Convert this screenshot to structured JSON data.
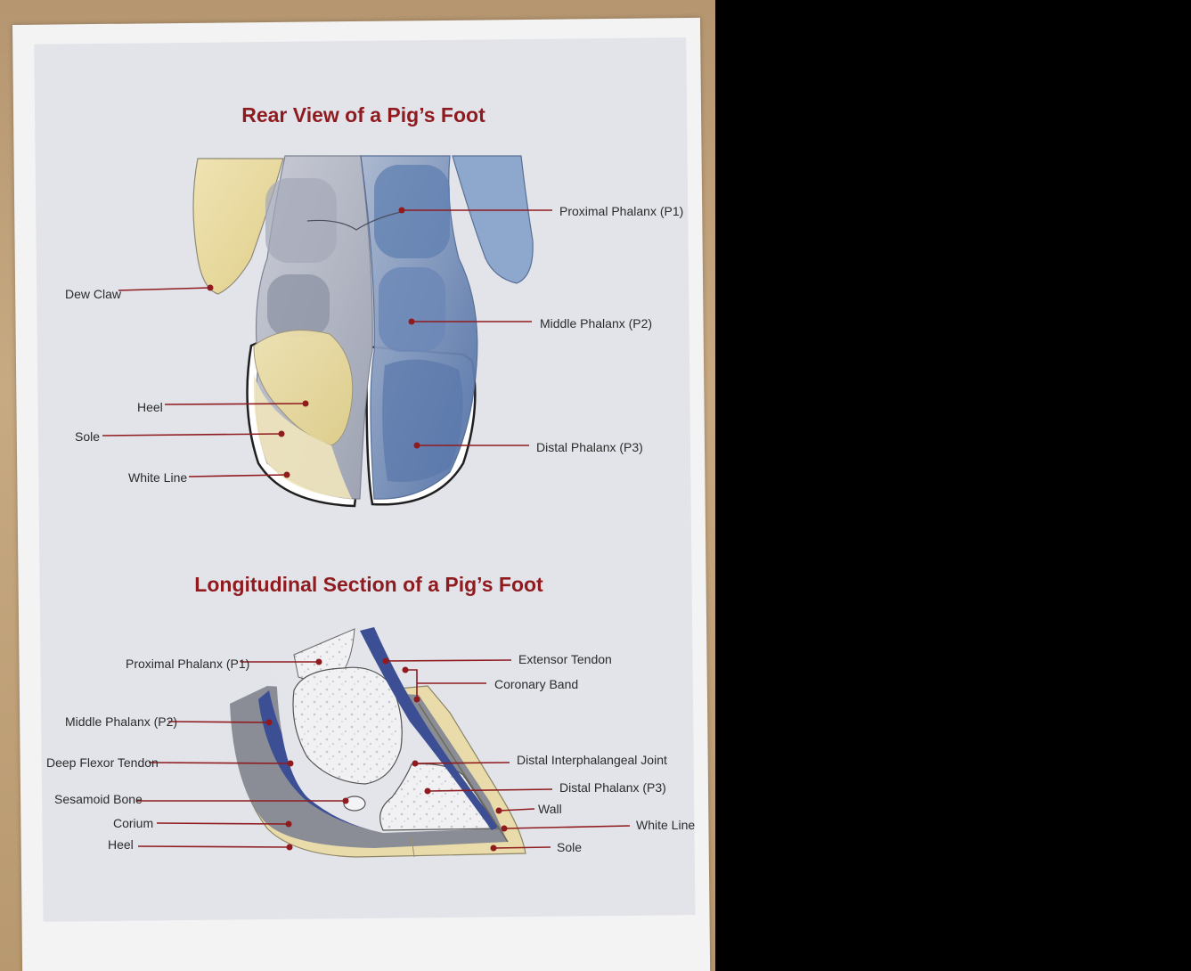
{
  "rear_view": {
    "title": "Rear View of a Pig’s Foot",
    "labels": {
      "proximal": "Proximal Phalanx (P1)",
      "dew_claw": "Dew Claw",
      "middle": "Middle Phalanx (P2)",
      "heel": "Heel",
      "sole": "Sole",
      "distal": "Distal Phalanx (P3)",
      "white_line": "White Line"
    }
  },
  "longitudinal_section": {
    "title": "Longitudinal Section of a Pig’s Foot",
    "labels": {
      "proximal": "Proximal Phalanx (P1)",
      "extensor": "Extensor Tendon",
      "coronary": "Coronary Band",
      "middle": "Middle Phalanx (P2)",
      "deep_flexor": "Deep Flexor Tendon",
      "dip_joint": "Distal Interphalangeal Joint",
      "distal": "Distal Phalanx (P3)",
      "sesamoid": "Sesamoid Bone",
      "wall": "Wall",
      "corium": "Corium",
      "white_line": "White Line",
      "heel": "Heel",
      "sole": "Sole"
    }
  },
  "colors": {
    "accent": "#8f1b1f",
    "bone_gray": "#b8bcc8",
    "bone_blue": "#5f7fb0",
    "claw_yellow": "#efe0a8"
  }
}
